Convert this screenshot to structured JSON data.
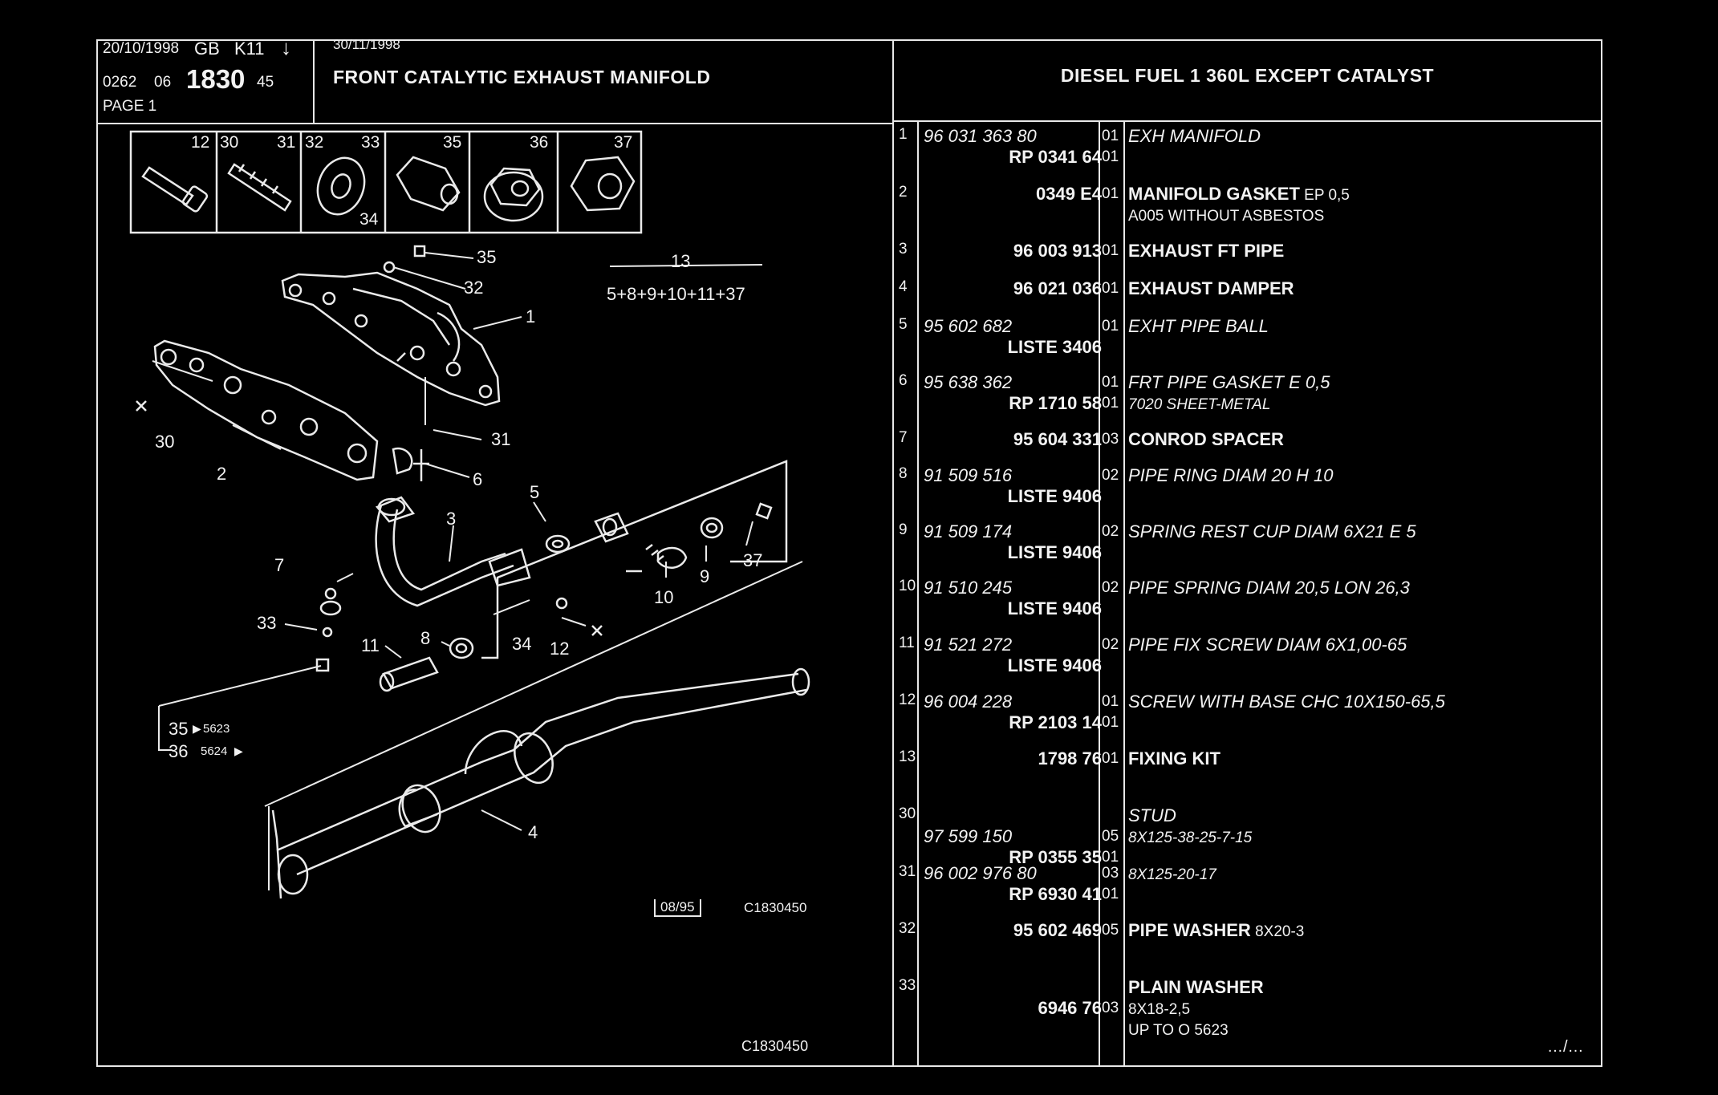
{
  "header": {
    "print_date": "20/10/1998",
    "lang": "GB",
    "catalog": "K11",
    "arrow": "↓",
    "ref_prefix": "0262",
    "ref_mid": "06",
    "ref_main": "1830",
    "ref_suffix": "45",
    "page_label": "PAGE 1",
    "edition_date": "30/11/1998",
    "title": "FRONT CATALYTIC EXHAUST MANIFOLD",
    "application": "DIESEL FUEL 1 360L EXCEPT CATALYST"
  },
  "fastener_strip": {
    "labels": [
      "12",
      "30",
      "31",
      "32",
      "33",
      "34",
      "35",
      "36",
      "37"
    ]
  },
  "diagram": {
    "kit_number": "13",
    "kit_formula": "5+8+9+10+11+37",
    "callouts": [
      "35",
      "32",
      "1",
      "30",
      "2",
      "31",
      "6",
      "5",
      "3",
      "7",
      "37",
      "9",
      "10",
      "33",
      "8",
      "11",
      "34",
      "12",
      "4"
    ],
    "legend": [
      {
        "num": "35",
        "ref": "5623"
      },
      {
        "num": "36",
        "ref": "5624"
      }
    ],
    "stamp": "08/95",
    "figure_code": "C1830450",
    "bottom_code": "C1830450"
  },
  "parts": [
    {
      "idx": "1",
      "ref": [
        {
          "text": "96 031 363 80",
          "style": "l"
        },
        {
          "text": "RP  0341 64",
          "style": "r"
        }
      ],
      "qty": [
        "01",
        "01"
      ],
      "desc": [
        {
          "text": "EXH MANIFOLD",
          "cls": "it"
        }
      ]
    },
    {
      "idx": "2",
      "ref": [
        {
          "text": "0349 E4",
          "style": "r"
        }
      ],
      "qty": [
        "01"
      ],
      "desc": [
        {
          "text": "MANIFOLD GASKET",
          "cls": "bd",
          "extra": " EP 0,5"
        },
        {
          "text": "A005 WITHOUT ASBESTOS",
          "cls": "sm"
        }
      ]
    },
    {
      "idx": "3",
      "ref": [
        {
          "text": "96 003 913",
          "style": "r"
        }
      ],
      "qty": [
        "01"
      ],
      "desc": [
        {
          "text": "EXHAUST FT PIPE",
          "cls": "bd"
        }
      ]
    },
    {
      "idx": "4",
      "ref": [
        {
          "text": "96 021 036",
          "style": "r"
        }
      ],
      "qty": [
        "01"
      ],
      "desc": [
        {
          "text": "EXHAUST DAMPER",
          "cls": "bd"
        }
      ]
    },
    {
      "idx": "5",
      "ref": [
        {
          "text": "95 602 682",
          "style": "l"
        },
        {
          "text": "LISTE 3406",
          "style": "r"
        }
      ],
      "qty": [
        "01"
      ],
      "desc": [
        {
          "text": "EXHT PIPE BALL",
          "cls": "it"
        }
      ]
    },
    {
      "idx": "6",
      "ref": [
        {
          "text": "95 638 362",
          "style": "l"
        },
        {
          "text": "RP  1710 58",
          "style": "r"
        }
      ],
      "qty": [
        "01",
        "01"
      ],
      "desc": [
        {
          "text": "FRT PIPE GASKET E 0,5",
          "cls": "it"
        },
        {
          "text": "7020 SHEET-METAL",
          "cls": "it sm"
        }
      ]
    },
    {
      "idx": "7",
      "ref": [
        {
          "text": "95 604 331",
          "style": "r"
        }
      ],
      "qty": [
        "03"
      ],
      "desc": [
        {
          "text": "CONROD SPACER",
          "cls": "bd"
        }
      ]
    },
    {
      "idx": "8",
      "ref": [
        {
          "text": "91 509 516",
          "style": "l"
        },
        {
          "text": "LISTE 9406",
          "style": "r"
        }
      ],
      "qty": [
        "02"
      ],
      "desc": [
        {
          "text": "PIPE RING DIAM 20 H 10",
          "cls": "it"
        }
      ]
    },
    {
      "idx": "9",
      "ref": [
        {
          "text": "91 509 174",
          "style": "l"
        },
        {
          "text": "LISTE 9406",
          "style": "r"
        }
      ],
      "qty": [
        "02"
      ],
      "desc": [
        {
          "text": "SPRING REST CUP DIAM 6X21 E 5",
          "cls": "it"
        }
      ]
    },
    {
      "idx": "10",
      "ref": [
        {
          "text": "91 510 245",
          "style": "l"
        },
        {
          "text": "LISTE 9406",
          "style": "r"
        }
      ],
      "qty": [
        "02"
      ],
      "desc": [
        {
          "text": "PIPE SPRING DIAM 20,5 LON 26,3",
          "cls": "it"
        }
      ]
    },
    {
      "idx": "11",
      "ref": [
        {
          "text": "91 521 272",
          "style": "l"
        },
        {
          "text": "LISTE 9406",
          "style": "r"
        }
      ],
      "qty": [
        "02"
      ],
      "desc": [
        {
          "text": "PIPE FIX SCREW DIAM 6X1,00-65",
          "cls": "it"
        }
      ]
    },
    {
      "idx": "12",
      "ref": [
        {
          "text": "96 004 228",
          "style": "l"
        },
        {
          "text": "RP  2103 14",
          "style": "r"
        }
      ],
      "qty": [
        "01",
        "01"
      ],
      "desc": [
        {
          "text": "SCREW WITH BASE CHC 10X150-65,5",
          "cls": "it"
        }
      ]
    },
    {
      "idx": "13",
      "ref": [
        {
          "text": "1798 76",
          "style": "r"
        }
      ],
      "qty": [
        "01"
      ],
      "desc": [
        {
          "text": "FIXING KIT",
          "cls": "bd"
        }
      ]
    },
    {
      "idx": "30",
      "ref": [
        {
          "text": "97 599 150",
          "style": "l"
        },
        {
          "text": "RP  0355 35",
          "style": "r"
        }
      ],
      "qty": [
        "05",
        "01"
      ],
      "desc": [
        {
          "text": "8X125-38-25-7-15",
          "cls": "it sm"
        }
      ],
      "pre": "STUD"
    },
    {
      "idx": "31",
      "ref": [
        {
          "text": "96 002 976 80",
          "style": "l"
        },
        {
          "text": "RP  6930 41",
          "style": "r"
        }
      ],
      "qty": [
        "03",
        "01"
      ],
      "desc": [
        {
          "text": "8X125-20-17",
          "cls": "it sm"
        }
      ]
    },
    {
      "idx": "32",
      "ref": [
        {
          "text": "95 602 469",
          "style": "r"
        }
      ],
      "qty": [
        "05"
      ],
      "desc": [
        {
          "text": "PIPE WASHER",
          "cls": "bd",
          "extra": " 8X20-3"
        }
      ]
    },
    {
      "idx": "33",
      "ref": [
        {
          "text": "6946 76",
          "style": "r"
        }
      ],
      "qty": [
        "03"
      ],
      "desc": [
        {
          "text": "8X18-2,5",
          "cls": "sm"
        },
        {
          "text": "UP TO O 5623",
          "cls": "sm"
        }
      ],
      "pre": "PLAIN WASHER"
    }
  ],
  "continuation": "…/…"
}
